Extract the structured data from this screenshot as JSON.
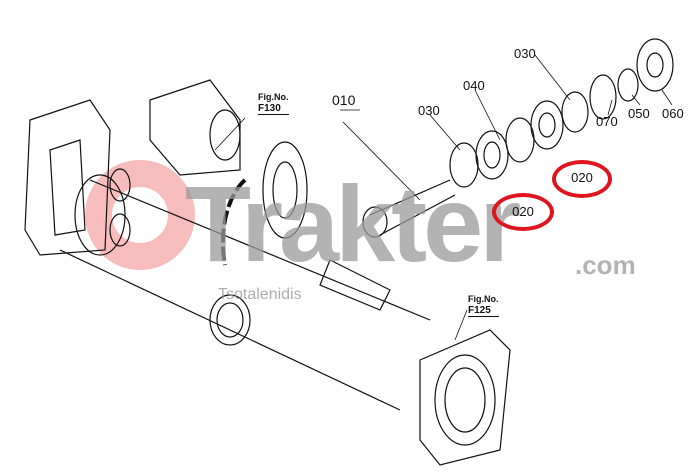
{
  "diagram": {
    "part_labels": [
      "010",
      "030",
      "040",
      "030",
      "020",
      "020",
      "070",
      "050",
      "060"
    ],
    "figure_refs": [
      {
        "caption": "Fig.No.",
        "number": "F130"
      },
      {
        "caption": "Fig.No.",
        "number": "F125"
      }
    ],
    "highlighted": [
      "020",
      "020"
    ],
    "highlight_color": "#e0141e"
  },
  "watermark": {
    "brand": "Trakter",
    "suffix": ".com",
    "sub": "Tsotalenidis",
    "logo_color": "#f08080"
  }
}
